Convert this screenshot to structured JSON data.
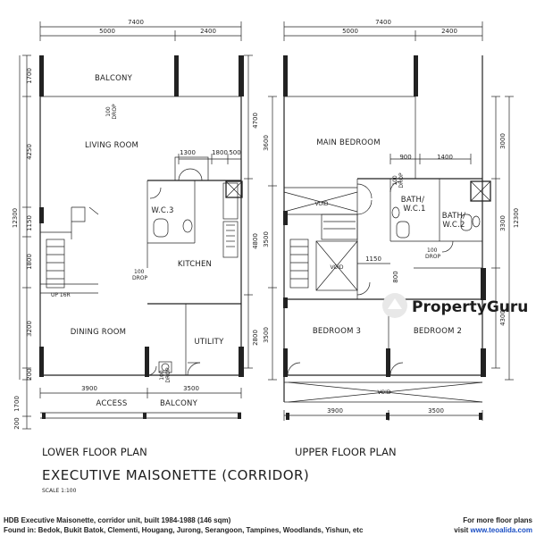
{
  "lower": {
    "dims_top": {
      "overall": "7400",
      "a": "5000",
      "b": "2400"
    },
    "dims_left": [
      "1700",
      "4250",
      "12300",
      "1150",
      "1800",
      "3200",
      "200",
      "1700",
      "200"
    ],
    "dims_inner": {
      "a": "1300",
      "b": "1800",
      "c": "500"
    },
    "dims_right": [
      "4700",
      "4800",
      "2800"
    ],
    "dims_bottom": {
      "a": "3900",
      "b": "3500"
    },
    "rooms": {
      "balcony_top": "BALCONY",
      "living": "LIVING ROOM",
      "wc3": "W.C.3",
      "kitchen": "KITCHEN",
      "dining": "DINING ROOM",
      "utility": "UTILITY",
      "access": "ACCESS",
      "balcony_bottom": "BALCONY",
      "up": "UP 16R"
    },
    "drop": {
      "label": "DROP",
      "top_value": "100",
      "mid_value": "100",
      "bottom_value": "100"
    },
    "caption": "LOWER FLOOR PLAN"
  },
  "upper": {
    "dims_top": {
      "overall": "7400",
      "a": "5000",
      "b": "2400"
    },
    "dims_left": [
      "3600",
      "3500",
      "3500"
    ],
    "dims_inner": {
      "a": "900",
      "b": "1400",
      "c": "1150",
      "d": "800"
    },
    "dims_right": [
      "3000",
      "3300",
      "12300",
      "4300"
    ],
    "dims_bottom": {
      "a": "3900",
      "b": "3500"
    },
    "rooms": {
      "master": "MAIN BEDROOM",
      "void_a": "VOID",
      "void_b": "VOID",
      "void_c": "VOID",
      "bath1": "BATH/",
      "bath1b": "W.C.1",
      "bath2": "BATH/",
      "bath2b": "W.C.2",
      "bed3": "BEDROOM 3",
      "bed2": "BEDROOM 2"
    },
    "drop": {
      "label": "DROP",
      "a_value": "100",
      "b_value": "100"
    },
    "caption": "UPPER FLOOR PLAN"
  },
  "title": "EXECUTIVE MAISONETTE (CORRIDOR)",
  "scale": "SCALE 1:100",
  "watermark": "PropertyGuru",
  "footer": {
    "line1": "HDB Executive Maisonette, corridor unit, built 1984-1988 (146 sqm)",
    "line2": "Found in: Bedok, Bukit Batok, Clementi, Hougang, Jurong, Serangoon, Tampines, Woodlands, Yishun, etc",
    "right1": "For more floor plans",
    "right2_prefix": "visit ",
    "right2_link": "www.teoalida.com"
  }
}
